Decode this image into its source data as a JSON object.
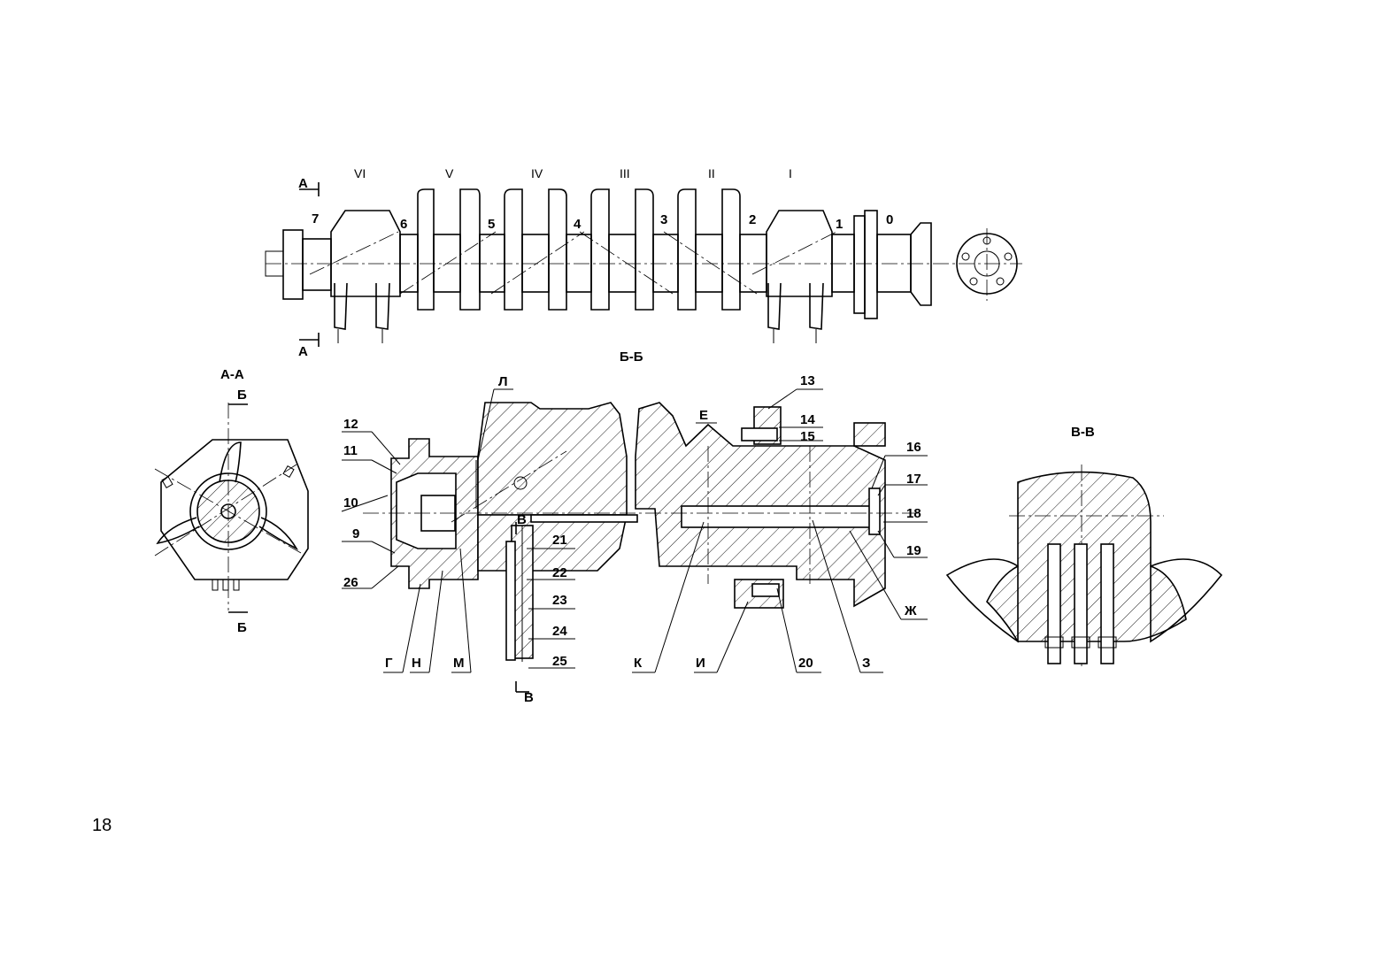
{
  "page_number": "18",
  "section_titles": {
    "aa": "А-А",
    "bb": "Б-Б",
    "vv": "В-В"
  },
  "cut_marks": {
    "a_top": "А",
    "a_bottom": "А",
    "b_top": "Б",
    "b_bottom": "Б",
    "v_top": "В",
    "v_bottom": "В"
  },
  "crank_numerals": [
    "VI",
    "V",
    "IV",
    "III",
    "II",
    "I"
  ],
  "journal_numbers": [
    "7",
    "6",
    "5",
    "4",
    "3",
    "2",
    "1",
    "0"
  ],
  "callouts": {
    "c9": "9",
    "c10": "10",
    "c11": "11",
    "c12": "12",
    "c13": "13",
    "c14": "14",
    "c15": "15",
    "c16": "16",
    "c17": "17",
    "c18": "18",
    "c19": "19",
    "c20": "20",
    "c21": "21",
    "c22": "22",
    "c23": "23",
    "c24": "24",
    "c25": "25",
    "c26": "26"
  },
  "letter_labels": {
    "L": "Л",
    "E": "Е",
    "G": "Г",
    "N": "Н",
    "M": "М",
    "K": "К",
    "I": "И",
    "Z": "З",
    "Zh": "Ж"
  }
}
